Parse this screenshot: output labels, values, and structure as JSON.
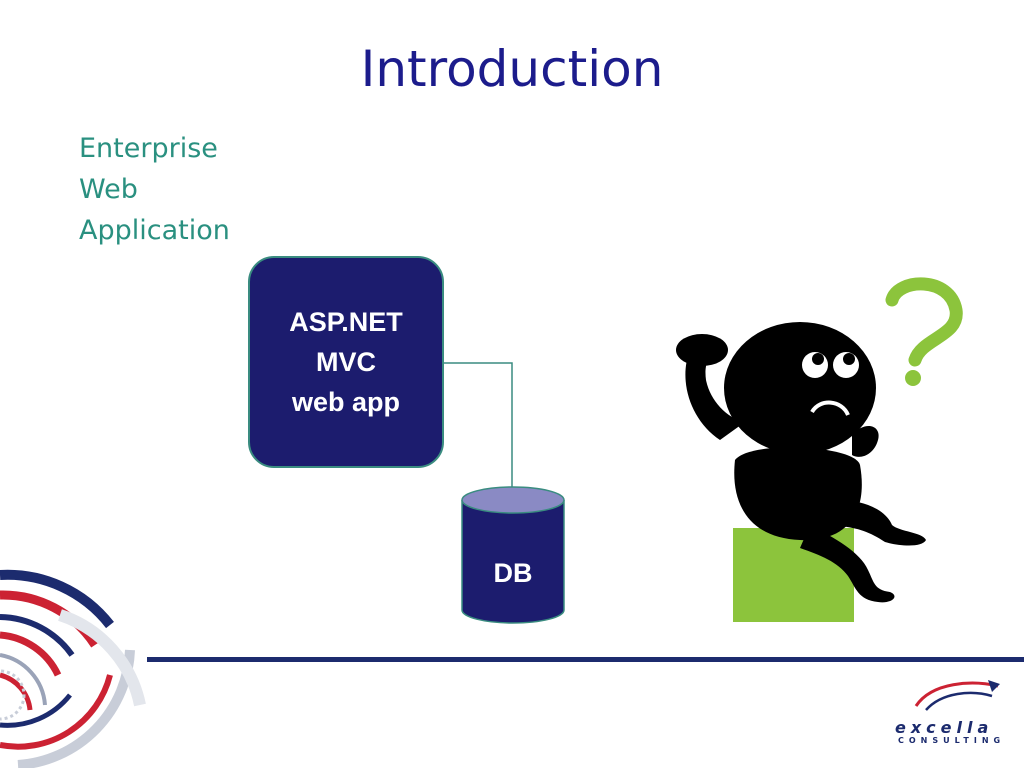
{
  "slide": {
    "title": "Introduction",
    "subtitle_lines": [
      "Enterprise",
      "Web",
      "Application"
    ]
  },
  "diagram": {
    "app_box_lines": [
      "ASP.NET",
      "MVC",
      "web app"
    ],
    "db_label": "DB"
  },
  "figure": {
    "icon": "confused-person-icon",
    "question_mark_color": "#8cc43c",
    "seat_color": "#8cc43c"
  },
  "brand": {
    "name": "excella",
    "tagline": "CONSULTING",
    "accent_colors": [
      "#1c2b6e",
      "#cc2233"
    ]
  },
  "colors": {
    "title": "#1c1c8c",
    "subtitle": "#2a9080",
    "box_fill": "#1c1c6e",
    "connector": "#3a8c80"
  }
}
